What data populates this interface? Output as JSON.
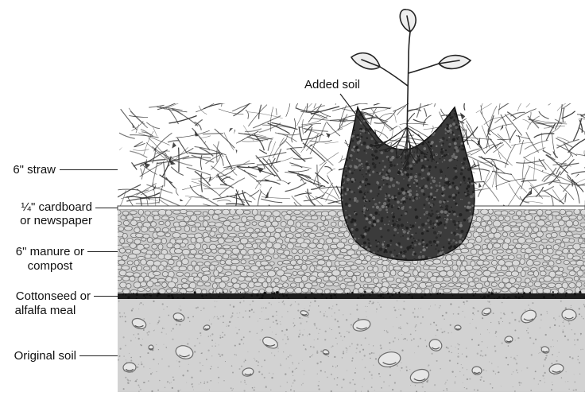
{
  "figure": {
    "colors": {
      "straw": "#3a3a3a",
      "cardboard": "#444444",
      "compost_fill": "#c9c9c9",
      "compost_cells": "#6f6f6f",
      "meal_band": "#1e1e1e",
      "soil_fill": "#d2d2d2",
      "rocks": "#6b6b6b",
      "added_soil": "#3b3b3b",
      "plant": "#222222"
    },
    "labels": {
      "added_soil": "Added soil",
      "straw": "6\" straw",
      "cardboard_line1": "¼\" cardboard",
      "cardboard_line2": "or newspaper",
      "compost_line1": "6\" manure or",
      "compost_line2": "compost",
      "meal_line1": "Cottonseed or",
      "meal_line2": "alfalfa meal",
      "original_soil": "Original soil"
    },
    "icons": {
      "plant": "seedling-icon"
    }
  }
}
